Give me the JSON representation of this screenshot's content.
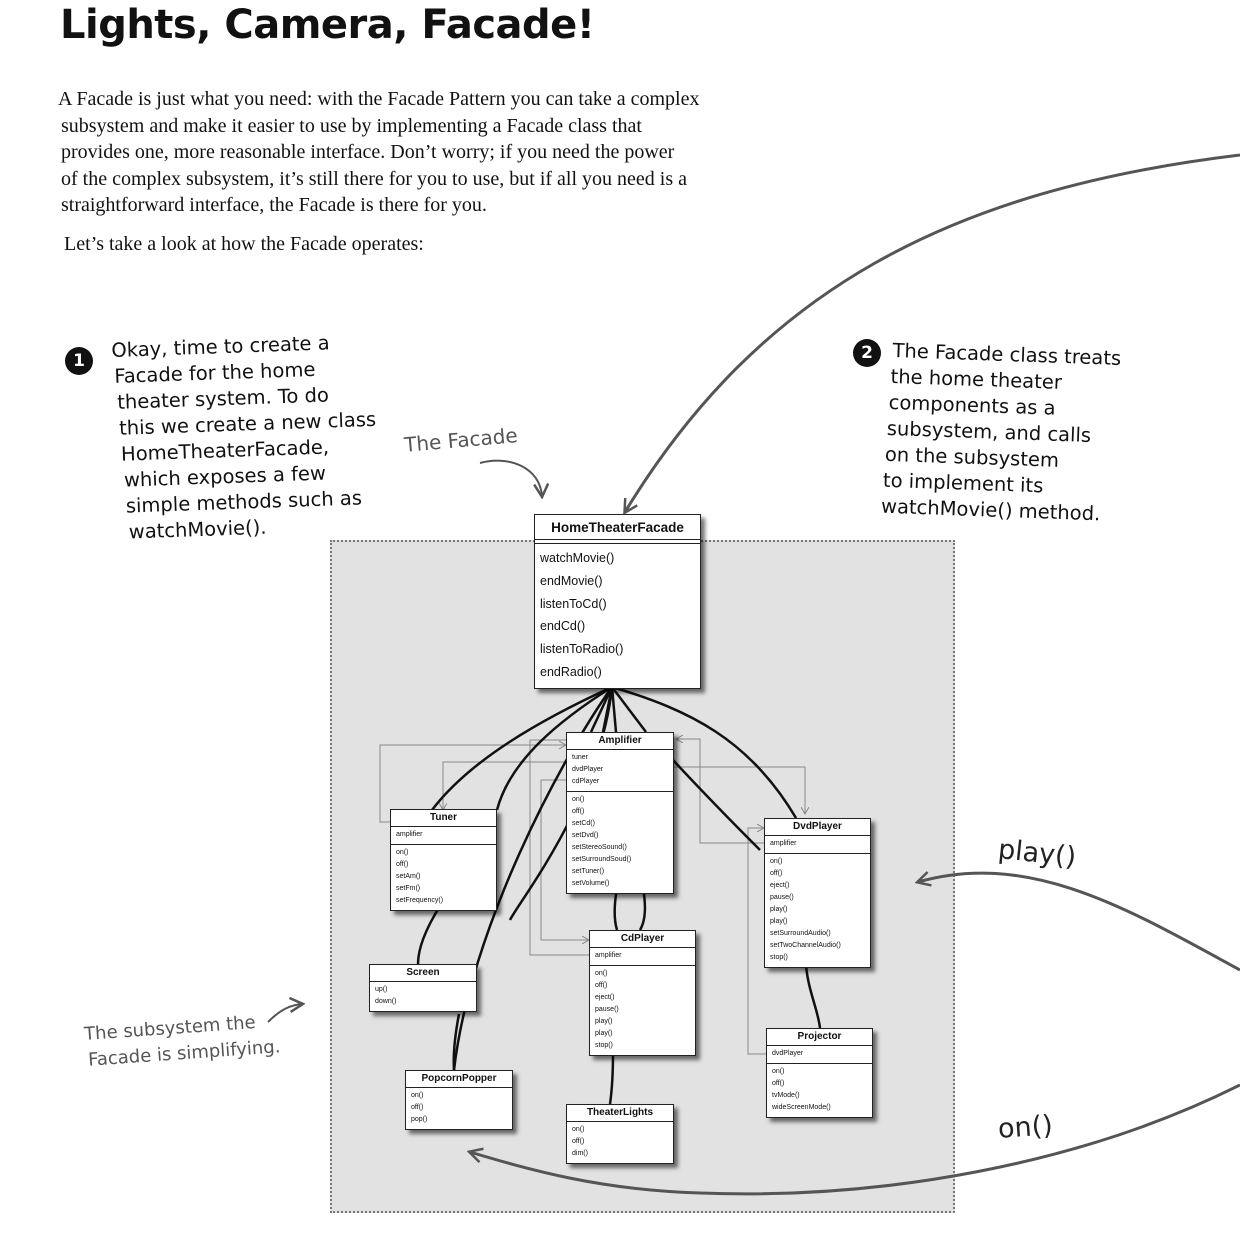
{
  "title": "Lights, Camera, Facade!",
  "intro": {
    "lines": [
      "A Facade is just what you need:  with the Facade Pattern you can take a complex",
      "subsystem and make it easier to use by implementing a Facade class that",
      "provides one, more reasonable interface.  Don’t worry; if you need the power",
      "of the complex subsystem, it’s still there for you to use, but if  all you need is a",
      "straightforward interface, the Facade is there for you."
    ],
    "look": "Let’s take a look at how the Facade operates:"
  },
  "note1": {
    "number": "1",
    "lines": [
      "Okay, time to create a",
      "Facade for the home",
      "theater system.  To do",
      "this we create a new class",
      "HomeTheaterFacade,",
      "which exposes a few",
      "simple methods such as",
      "watchMovie()."
    ]
  },
  "note2": {
    "number": "2",
    "lines": [
      "The Facade class treats",
      "the home theater",
      "components as a",
      "subsystem, and calls",
      "on the subsystem",
      "to implement its",
      "watchMovie() method."
    ]
  },
  "labels": {
    "facade": "The Facade",
    "subsystem_line1": "The subsystem the",
    "subsystem_line2": "Facade is simplifying.",
    "play": "play()",
    "on": "on()"
  },
  "classes": {
    "facade": {
      "name": "HomeTheaterFacade",
      "methods": [
        "watchMovie()",
        "endMovie()",
        "listenToCd()",
        "endCd()",
        "listenToRadio()",
        "endRadio()"
      ]
    },
    "amplifier": {
      "name": "Amplifier",
      "attributes": [
        "tuner",
        "dvdPlayer",
        "cdPlayer"
      ],
      "methods": [
        "on()",
        "off()",
        "setCd()",
        "setDvd()",
        "setStereoSound()",
        "setSurroundSoud()",
        "setTuner()",
        "setVolume()"
      ]
    },
    "tuner": {
      "name": "Tuner",
      "attributes": [
        "amplifier"
      ],
      "methods": [
        "on()",
        "off()",
        "setAm()",
        "setFm()",
        "setFrequency()"
      ]
    },
    "dvdplayer": {
      "name": "DvdPlayer",
      "attributes": [
        "amplifier"
      ],
      "methods": [
        "on()",
        "off()",
        "eject()",
        "pause()",
        "play()",
        "play()",
        "setSurroundAudio()",
        "setTwoChannelAudio()",
        "stop()"
      ]
    },
    "cdplayer": {
      "name": "CdPlayer",
      "attributes": [
        "amplifier"
      ],
      "methods": [
        "on()",
        "off()",
        "eject()",
        "pause()",
        "play()",
        "play()",
        "stop()"
      ]
    },
    "screen": {
      "name": "Screen",
      "methods": [
        "up()",
        "down()"
      ]
    },
    "projector": {
      "name": "Projector",
      "attributes": [
        "dvdPlayer"
      ],
      "methods": [
        "on()",
        "off()",
        "tvMode()",
        "wideScreenMode()"
      ]
    },
    "popcorn": {
      "name": "PopcornPopper",
      "methods": [
        "on()",
        "off()",
        "pop()"
      ]
    },
    "lights": {
      "name": "TheaterLights",
      "methods": [
        "on()",
        "off()",
        "dim()"
      ]
    }
  }
}
